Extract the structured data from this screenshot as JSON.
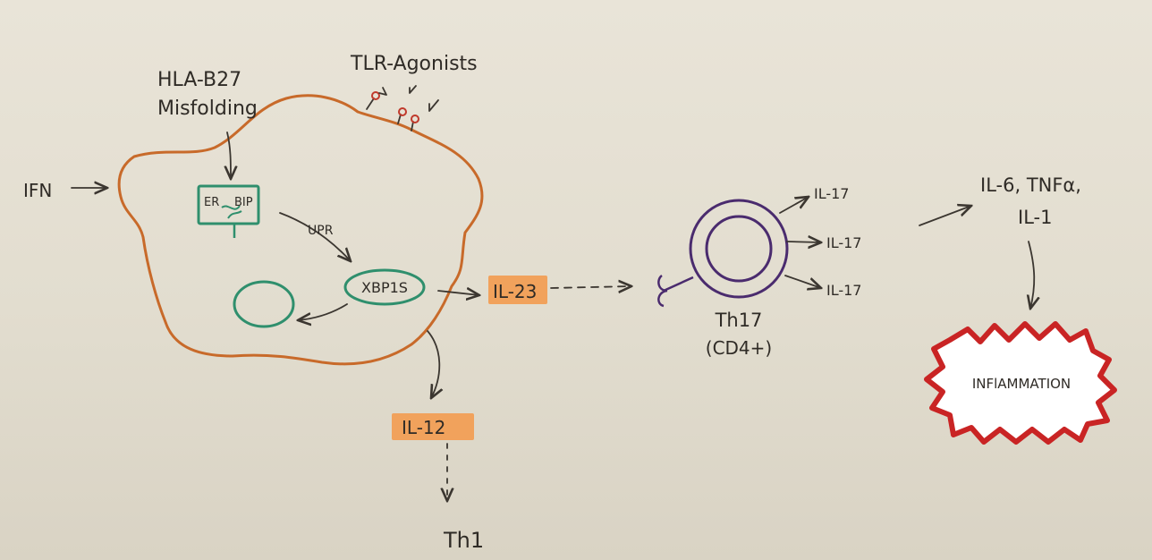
{
  "colors": {
    "paper": "#e6e1d4",
    "cell_membrane": "#c86a2a",
    "er_and_nucleus": "#2f8f6d",
    "th17_cell": "#4a2b6e",
    "inflammation_outline": "#c92424",
    "cytokine_highlight": "#f1a25c",
    "ink": "#2f2b26"
  },
  "labels": {
    "ifn": "IFN",
    "hla_line1": "HLA-B27",
    "hla_line2": "Misfolding",
    "tlr": "TLR-Agonists",
    "er": "ER",
    "bip": "BIP",
    "upr": "UPR",
    "xbp1s": "XBP1S",
    "il23": "IL-23",
    "il12": "IL-12",
    "th1": "Th1",
    "th17_line1": "Th17",
    "th17_line2": "(CD4+)",
    "il17_a": "IL-17",
    "il17_b": "IL-17",
    "il17_c": "IL-17",
    "downstream_line1": "IL-6, TNFα,",
    "downstream_line2": "IL-1",
    "inflammation": "INFlAMMATION"
  }
}
